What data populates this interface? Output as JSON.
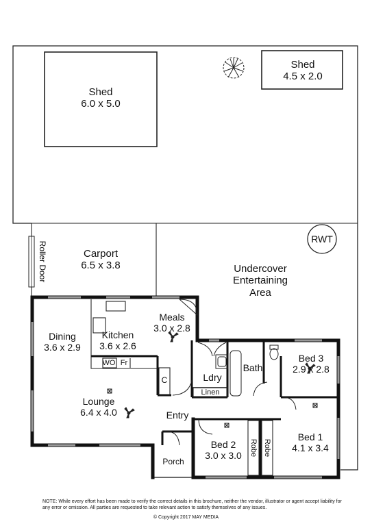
{
  "rooms": {
    "shed_large": {
      "name": "Shed",
      "size": "6.0 x 5.0"
    },
    "shed_small": {
      "name": "Shed",
      "size": "4.5 x 2.0"
    },
    "rwt": "RWT",
    "roller_door": "Roller Door",
    "carport": {
      "name": "Carport",
      "size": "6.5 x 3.8"
    },
    "entertaining": {
      "line1": "Undercover",
      "line2": "Entertaining",
      "line3": "Area"
    },
    "meals": {
      "name": "Meals",
      "size": "3.0 x 2.8"
    },
    "dining": {
      "name": "Dining",
      "size": "3.6 x 2.9"
    },
    "kitchen": {
      "name": "Kitchen",
      "size": "3.6 x 2.6"
    },
    "wo": "WO",
    "fr": "Fr",
    "c": "C",
    "ldry": "Ldry",
    "linen": "Linen",
    "bath": "Bath",
    "bed3": {
      "name": "Bed 3",
      "size": "2.9 x 2.8"
    },
    "lounge": {
      "name": "Lounge",
      "size": "6.4 x 4.0"
    },
    "entry": "Entry",
    "bed2": {
      "name": "Bed 2",
      "size": "3.0 x 3.0"
    },
    "robe1": "Robe",
    "robe2": "Robe",
    "bed1": {
      "name": "Bed 1",
      "size": "4.1 x 3.4"
    },
    "porch": "Porch"
  },
  "footer": {
    "disclaimer": "NOTE: While every effort has been made to verify the correct details in this brochure, neither the vendor, illustrator or agent accept liability for any error or omission. All parties are requested to take relevant action to satisfy themselves of any issues.",
    "copyright": "© Copyright 2017 MAY MEDIA"
  },
  "colors": {
    "wall": "#111111",
    "line": "#222222",
    "window": "#9a9a9a"
  }
}
